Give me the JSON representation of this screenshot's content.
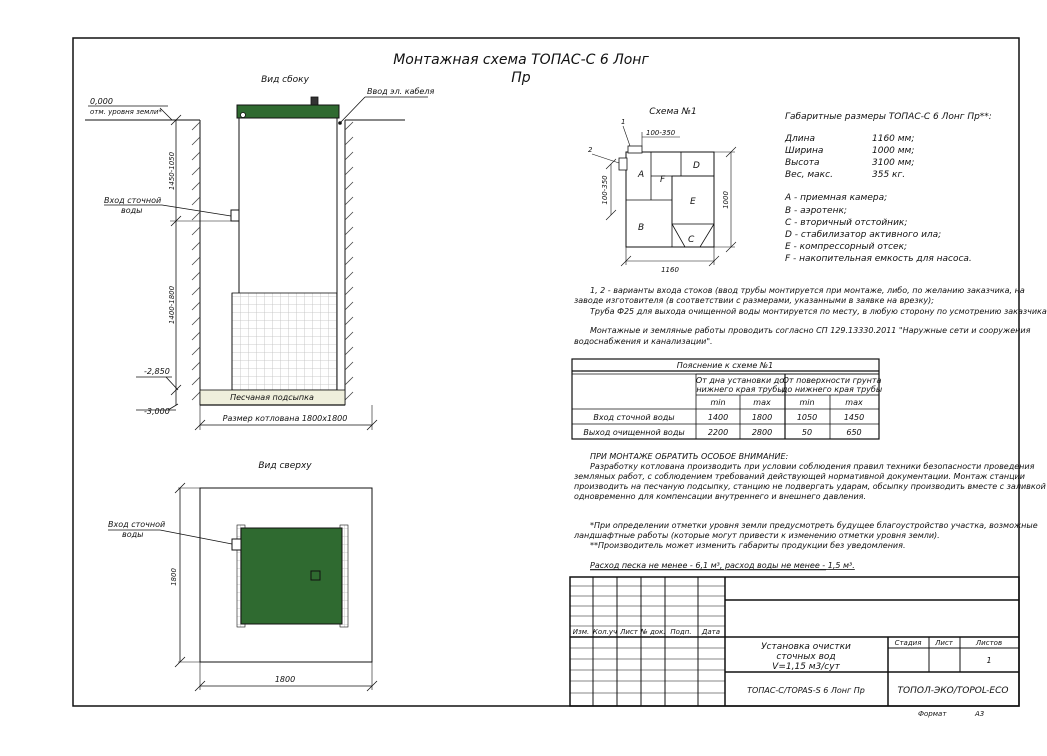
{
  "title": {
    "line1": "Монтажная схема ТОПАС-С 6 Лонг",
    "line2": "Пр"
  },
  "side_view": {
    "heading": "Вид сбоку",
    "ground_mark_value": "0,000",
    "ground_mark_label": "отм. уровня земли*",
    "cable_label": "Ввод эл. кабеля",
    "inlet_label_1": "Вход сточной",
    "inlet_label_2": "воды",
    "dim_top": "1450-1050",
    "dim_mid": "1400-1800",
    "mark_2850": "-2,850",
    "mark_3000": "-3,000",
    "sand_label": "Песчаная подсыпка",
    "pit_label": "Размер котлована 1800х1800"
  },
  "top_view": {
    "heading": "Вид сверху",
    "inlet_label_1": "Вход сточной",
    "inlet_label_2": "воды",
    "dim_width": "1800",
    "dim_height": "1800"
  },
  "scheme": {
    "heading": "Схема №1",
    "num_1": "1",
    "num_2": "2",
    "dim_pipe": "100-350",
    "dim_side": "100-350",
    "dim_height": "1000",
    "dim_width": "1160",
    "chambers": {
      "A": "A",
      "B": "B",
      "C": "C",
      "D": "D",
      "E": "E",
      "F": "F"
    }
  },
  "dimensions": {
    "heading": "Габаритные размеры ТОПАС-С 6 Лонг Пр**:",
    "rows": [
      {
        "label": "Длина",
        "value": "1160 мм;"
      },
      {
        "label": "Ширина",
        "value": "1000 мм;"
      },
      {
        "label": "Высота",
        "value": "3100 мм;"
      },
      {
        "label": "Вес, макс.",
        "value": "355 кг."
      }
    ]
  },
  "legend": [
    "A - приемная камера;",
    "B - аэротенк;",
    "C - вторичный отстойник;",
    "D - стабилизатор активного ила;",
    "E - компрессорный отсек;",
    "F - накопительная емкость для насоса."
  ],
  "notes": {
    "n1_l1": "1, 2 - варианты входа  стоков (ввод трубы монтируется при монтаже, либо, по желанию заказчика, на",
    "n1_l2": "заводе изготовителя (в соответствии с размерами, указанными в заявке на врезку);",
    "n1_l3": "Труба Ф25 для выхода очищенной воды монтируется по месту, в любую сторону по усмотрению заказчика.",
    "n2_l1": "Монтажные и земляные работы проводить согласно СП 129.13330.2011 \"Наружные сети и сооружения",
    "n2_l2": "водоснабжения и канализации\"."
  },
  "table": {
    "caption": "Пояснение к схеме №1",
    "col_a_1": "От дна установки до",
    "col_a_2": "нижнего края трубы",
    "col_b_1": "От поверхности грунта",
    "col_b_2": "до нижнего края трубы",
    "min": "min",
    "max": "max",
    "rows": [
      {
        "label": "Вход сточной воды",
        "v": [
          "1400",
          "1800",
          "1050",
          "1450"
        ]
      },
      {
        "label": "Выход очищенной воды",
        "v": [
          "2200",
          "2800",
          "50",
          "650"
        ]
      }
    ]
  },
  "attention": {
    "heading": "ПРИ МОНТАЖЕ ОБРАТИТЬ ОСОБОЕ ВНИМАНИЕ:",
    "l1": "Разработку котлована производить при условии соблюдения правил техники безопасности проведения",
    "l2": "земляных работ, с соблюдением требований действующей нормативной документации. Монтаж станции",
    "l3": "производить на песчаную подсыпку, станцию не подвергать ударам, обсыпку производить вместе с заливкой",
    "l4": "одновременно для компенсации внутреннего и внешнего давления."
  },
  "footnotes": {
    "f1_l1": "*При определении отметки уровня земли предусмотреть будущее благоустройство участка, возможные",
    "f1_l2": "ландшафтные работы (которые могут привести к изменению отметки уровня земли).",
    "f2": "**Производитель может изменить габариты продукции без уведомления.",
    "sand": "Расход песка не менее - 6,1 м³, расход воды не менее - 1,5 м³."
  },
  "stamp": {
    "cols": [
      "Изм.",
      "Кол.уч",
      "Лист",
      "№ док.",
      "Подп.",
      "Дата"
    ],
    "name_1": "Установка очистки",
    "name_2": "сточных вод",
    "name_3": "V=1,15 м3/сут",
    "stage": "Стадия",
    "sheet": "Лист",
    "sheets": "Листов",
    "sheets_value": "1",
    "designation": "ТОПАС-С/TOPAS-S 6 Лонг Пр",
    "company": "ТОПОЛ-ЭКО/TOPOL-ECO",
    "format_label": "Формат",
    "format_value": "А3"
  },
  "colors": {
    "tank": "#2f6a30",
    "tank_dark": "#1f4d21",
    "sand": "#efefdc",
    "line": "#111111"
  }
}
